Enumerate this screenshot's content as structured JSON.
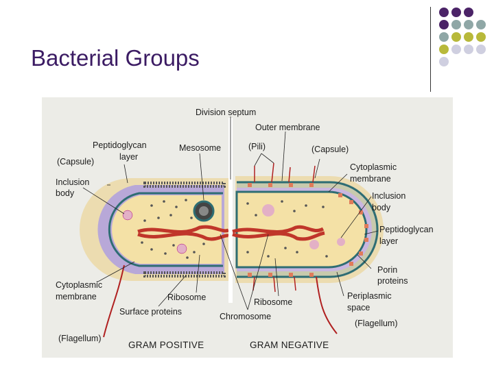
{
  "slide": {
    "title": "Bacterial Groups"
  },
  "decoration": {
    "dot_colors": {
      "purple": "#4b2367",
      "gray": "#8fa7a6",
      "olive": "#b8b93a",
      "lavender": "#cfcfe0"
    }
  },
  "diagram": {
    "labels": {
      "division_septum": "Division septum",
      "outer_membrane": "Outer membrane",
      "peptidoglycan_layer_left_1": "Peptidoglycan",
      "peptidoglycan_layer_left_2": "layer",
      "capsule_left": "(Capsule)",
      "mesosome": "Mesosome",
      "pili": "(Pili)",
      "capsule_right": "(Capsule)",
      "cytoplasmic_membrane_right_1": "Cytoplasmic",
      "cytoplasmic_membrane_right_2": "membrane",
      "inclusion_body_left_1": "Inclusion",
      "inclusion_body_left_2": "body",
      "inclusion_body_right_1": "Inclusion",
      "inclusion_body_right_2": "body",
      "peptidoglycan_layer_right_1": "Peptidoglycan",
      "peptidoglycan_layer_right_2": "layer",
      "porin_proteins_1": "Porin",
      "porin_proteins_2": "proteins",
      "cytoplasmic_membrane_left_1": "Cytoplasmic",
      "cytoplasmic_membrane_left_2": "membrane",
      "ribosome_left": "Ribosome",
      "ribosome_right": "Ribosome",
      "periplasmic_space_1": "Periplasmic",
      "periplasmic_space_2": "space",
      "surface_proteins": "Surface proteins",
      "chromosome": "Chromosome",
      "flagellum_right": "(Flagellum)",
      "flagellum_left": "(Flagellum)",
      "gram_positive": "GRAM POSITIVE",
      "gram_negative": "GRAM NEGATIVE"
    }
  }
}
